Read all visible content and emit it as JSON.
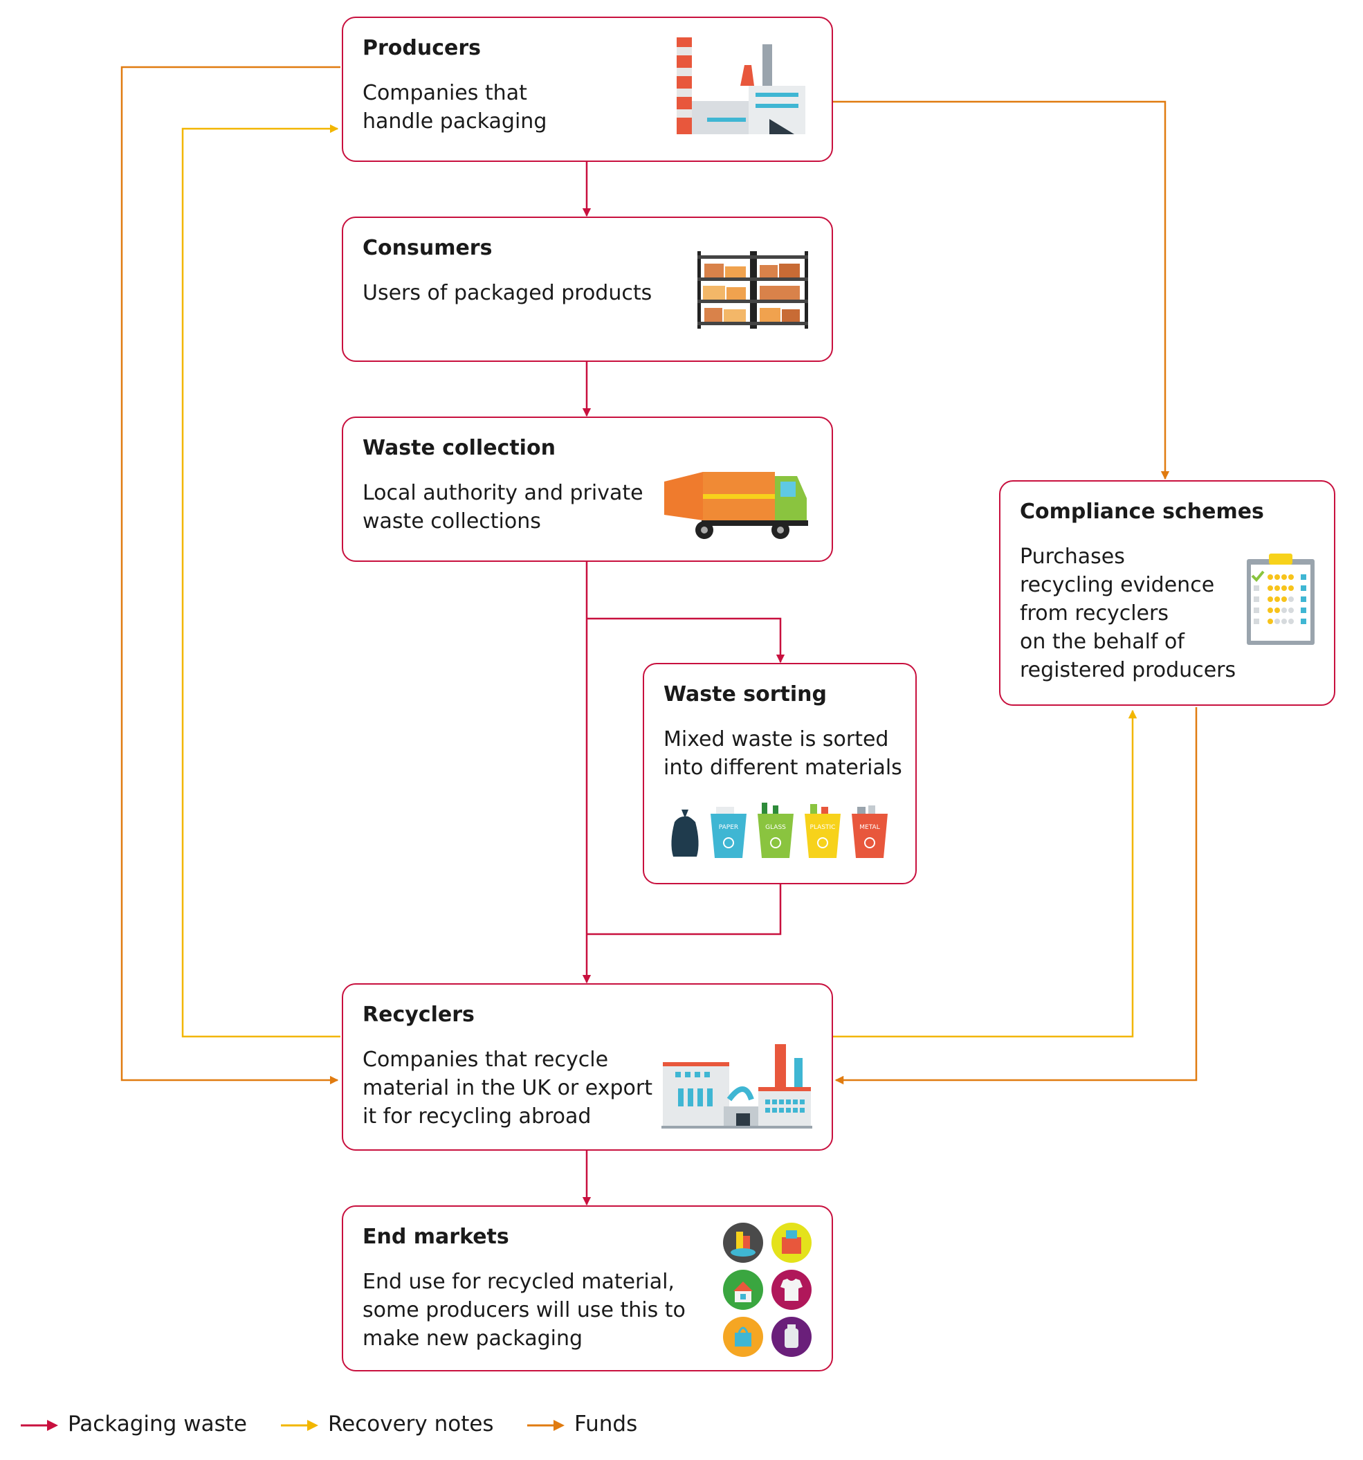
{
  "colors": {
    "packaging_waste": "#c8103e",
    "recovery_notes": "#f2b600",
    "funds": "#e07b10"
  },
  "nodes": {
    "producers": {
      "title": "Producers",
      "lines": [
        "Companies that",
        "handle packaging"
      ],
      "icon": "factory-icon"
    },
    "consumers": {
      "title": "Consumers",
      "lines": [
        "Users of packaged products"
      ],
      "icon": "shelves-icon"
    },
    "waste_collection": {
      "title": "Waste collection",
      "lines": [
        "Local authority and private",
        "waste collections"
      ],
      "icon": "garbage-truck-icon"
    },
    "waste_sorting": {
      "title": "Waste sorting",
      "lines": [
        "Mixed waste is sorted",
        "into different materials"
      ],
      "bins": [
        "PAPER",
        "GLASS",
        "PLASTIC",
        "METAL"
      ],
      "icon": "recycling-bins-icon"
    },
    "compliance_schemes": {
      "title": "Compliance schemes",
      "lines": [
        "Purchases",
        "recycling evidence",
        "from recyclers",
        "on the behalf of",
        "registered producers"
      ],
      "icon": "clipboard-rating-icon"
    },
    "recyclers": {
      "title": "Recyclers",
      "lines": [
        "Companies that recycle",
        "material in the UK or export",
        "it for recycling abroad"
      ],
      "icon": "recycling-plant-icon"
    },
    "end_markets": {
      "title": "End markets",
      "lines": [
        "End use for recycled material,",
        "some producers will use this to",
        "make new packaging"
      ],
      "icon": "end-products-icons"
    }
  },
  "legend": [
    {
      "label": "Packaging waste",
      "color": "#c8103e"
    },
    {
      "label": "Recovery notes",
      "color": "#f2b600"
    },
    {
      "label": "Funds",
      "color": "#e07b10"
    }
  ]
}
